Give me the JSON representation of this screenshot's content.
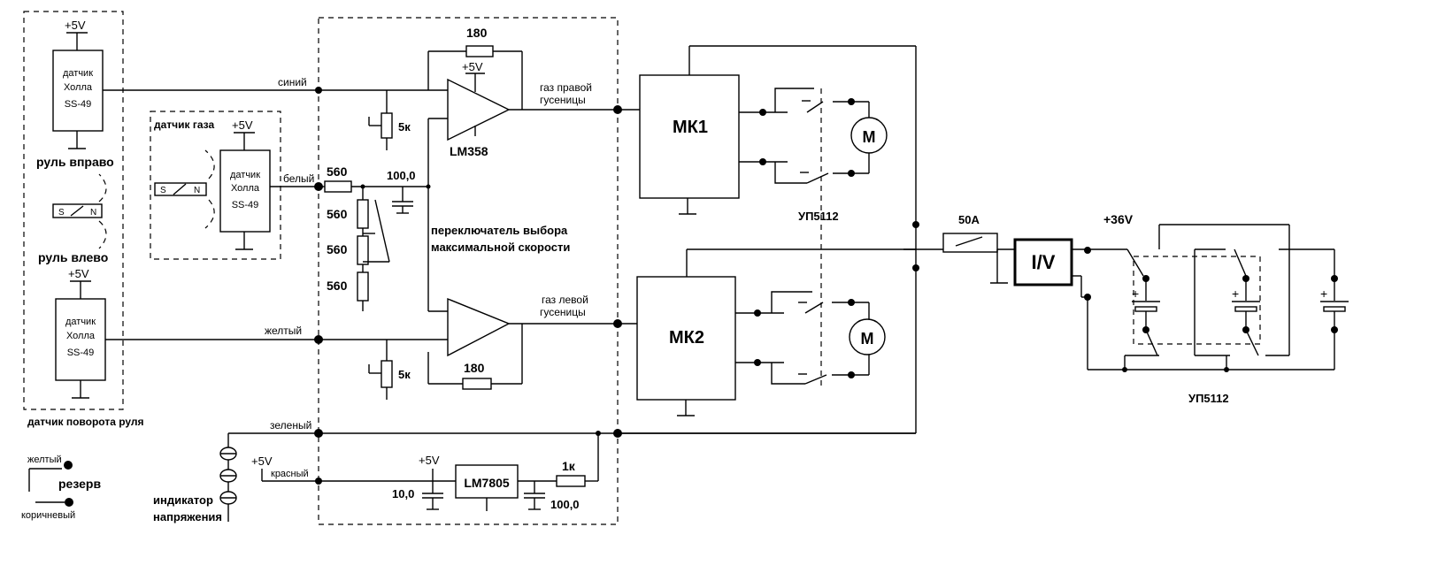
{
  "steering_sensor": {
    "group_label": "датчик поворота руля",
    "top_sensor": {
      "supply": "+5V",
      "line1": "датчик",
      "line2": "Холла",
      "line3": "SS-49"
    },
    "bottom_sensor": {
      "supply": "+5V",
      "line1": "датчик",
      "line2": "Холла",
      "line3": "SS-49"
    },
    "right_label": "руль вправо",
    "left_label": "руль влево",
    "magnet": {
      "s": "S",
      "n": "N"
    }
  },
  "throttle_sensor": {
    "group_label": "датчик газа",
    "supply": "+5V",
    "line1": "датчик",
    "line2": "Холла",
    "line3": "SS-49",
    "magnet": {
      "s": "S",
      "n": "N"
    }
  },
  "wires": {
    "blue": "синий",
    "white": "белый",
    "yellow": "желтый",
    "green": "зеленый",
    "red": "красный",
    "reserve_yellow": "желтый",
    "reserve_brown": "коричневый"
  },
  "reserve_label": "резерв",
  "voltage_indicator": {
    "line1": "индикатор",
    "line2": "напряжения"
  },
  "controller": {
    "r_top": "180",
    "r_bottom": "180",
    "supply_op": "+5V",
    "op_amp": "LM358",
    "pot_top": "5к",
    "pot_bottom": "5к",
    "r_560_a": "560",
    "r_560_b": "560",
    "r_560_c": "560",
    "r_560_d": "560",
    "cap_100": "100,0",
    "switch_line1": "переключатель выбора",
    "switch_line2": "максимальной скорости",
    "out_right_line1": "газ правой",
    "out_right_line2": "гусеницы",
    "out_left_line1": "газ левой",
    "out_left_line2": "гусеницы",
    "supply_reg": "+5V",
    "supply_red": "+5V",
    "regulator": "LM7805",
    "cap_in": "10,0",
    "cap_out": "100,0",
    "r_1k": "1к"
  },
  "motors": {
    "mk1": "МК1",
    "mk2": "МК2",
    "motor_symbol": "M",
    "relay_label": "УП5112"
  },
  "power": {
    "fuse": "50A",
    "meter": "I/V",
    "voltage": "+36V",
    "relay_label": "УП5112",
    "plus": "+"
  }
}
